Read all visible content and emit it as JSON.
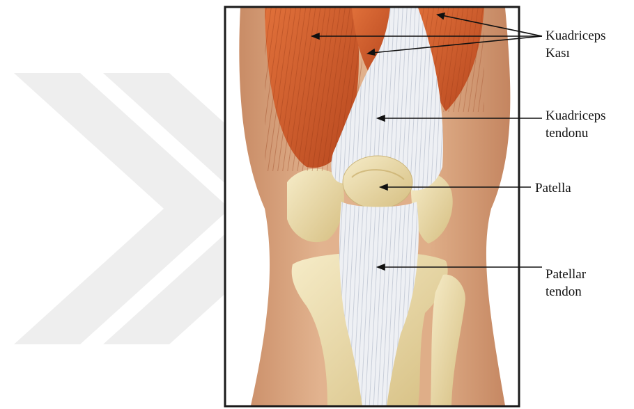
{
  "labels": {
    "quadriceps_muscle": {
      "line1": "Kuadriceps",
      "line2": "Kası"
    },
    "quadriceps_tendon": {
      "line1": "Kuadriceps",
      "line2": "tendonu"
    },
    "patella": {
      "line1": "Patella"
    },
    "patellar_tendon": {
      "line1": "Patellar",
      "line2": "tendon"
    }
  },
  "colors": {
    "muscle": "#d9652e",
    "muscle_dark": "#a8401a",
    "tendon": "#eef0f4",
    "bone": "#ecdcaa",
    "skin": "#d9a57f",
    "frame": "#1a1a1a",
    "watermark": "#eeeeee"
  }
}
